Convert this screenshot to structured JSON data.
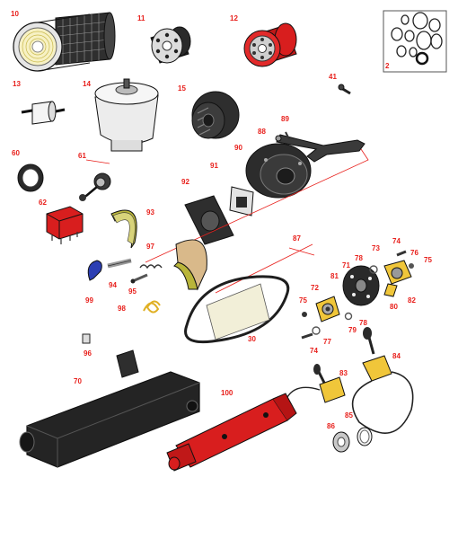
{
  "callouts": {
    "c10": "10",
    "c11": "11",
    "c12": "12",
    "c2": "2",
    "c13": "13",
    "c14": "14",
    "c15": "15",
    "c41": "41",
    "c89": "89",
    "c88": "88",
    "c90": "90",
    "c60": "60",
    "c61": "61",
    "c91": "91",
    "c92": "92",
    "c62": "62",
    "c93": "93",
    "c87": "87",
    "c97": "97",
    "c73": "73",
    "c74a": "74",
    "c76": "76",
    "c78a": "78",
    "c75a": "75",
    "c81": "81",
    "c71": "71",
    "c94": "94",
    "c95": "95",
    "c72": "72",
    "c82": "82",
    "c80": "80",
    "c99": "99",
    "c75b": "75",
    "c98": "98",
    "c78b": "78",
    "c79": "79",
    "c30": "30",
    "c77": "77",
    "c74b": "74",
    "c96": "96",
    "c84": "84",
    "c83": "83",
    "c70": "70",
    "c100": "100",
    "c86": "86",
    "c85": "85"
  },
  "colors": {
    "callout": "#e8201c",
    "outline": "#1a1a1a",
    "red_part": "#d81e1e",
    "yellow_part": "#f0c63a",
    "shoe_lining": "#d9b98a",
    "shoe_frame": "#b9b53a",
    "blue_part": "#2c3fb3",
    "dark_part": "#2b2b2b",
    "belt_label": "#f2efd8",
    "filter_light": "#e9e9e9"
  },
  "icons": {
    "air_filter": "air-filter-icon",
    "oil_filter": "oil-filter-icon",
    "hydraulic_filter": "hydraulic-filter-icon",
    "seal_kit": "seal-kit-icon",
    "muffler": "muffler-icon",
    "hydraulic_cylinder": "hydraulic-cylinder-icon"
  }
}
